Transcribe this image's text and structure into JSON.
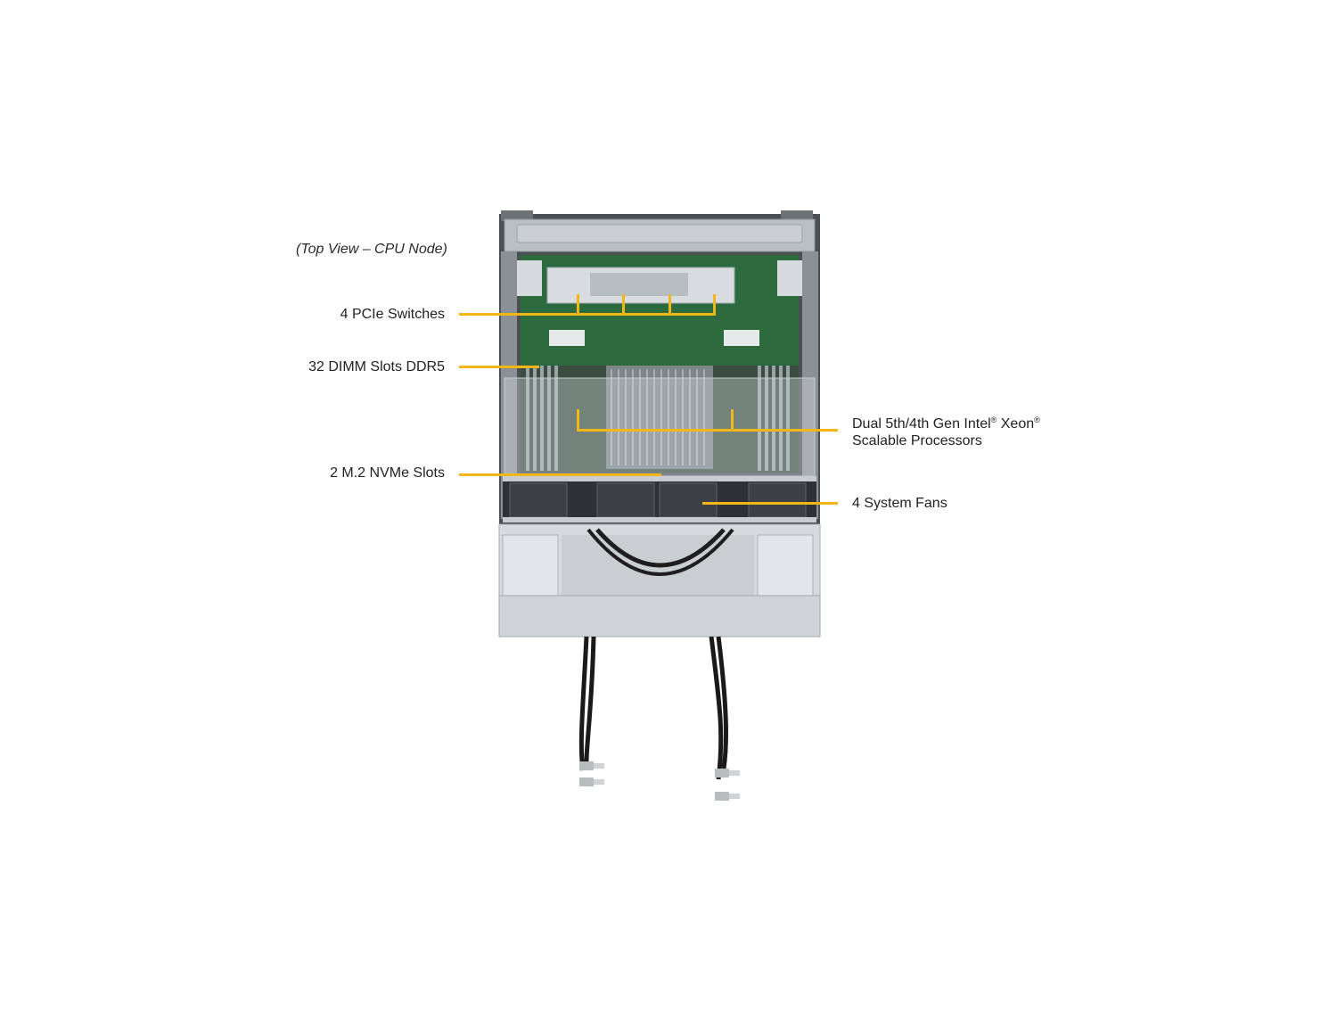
{
  "diagram": {
    "caption": "(Top View – CPU Node)",
    "accent_color": "#f2b619",
    "callouts_left": [
      {
        "id": "pcie",
        "label": "4 PCIe Switches"
      },
      {
        "id": "dimm",
        "label": "32 DIMM Slots DDR5"
      },
      {
        "id": "nvme",
        "label": "2 M.2 NVMe Slots"
      }
    ],
    "callouts_right": [
      {
        "id": "cpu",
        "line1": "Dual 5th/4th Gen Intel",
        "reg1": "®",
        "line1b": " Xeon",
        "reg2": "®",
        "line2": "Scalable Processors"
      },
      {
        "id": "fans",
        "label": "4 System Fans"
      }
    ],
    "image": {
      "subject": "server-cpu-node-top-view"
    }
  }
}
